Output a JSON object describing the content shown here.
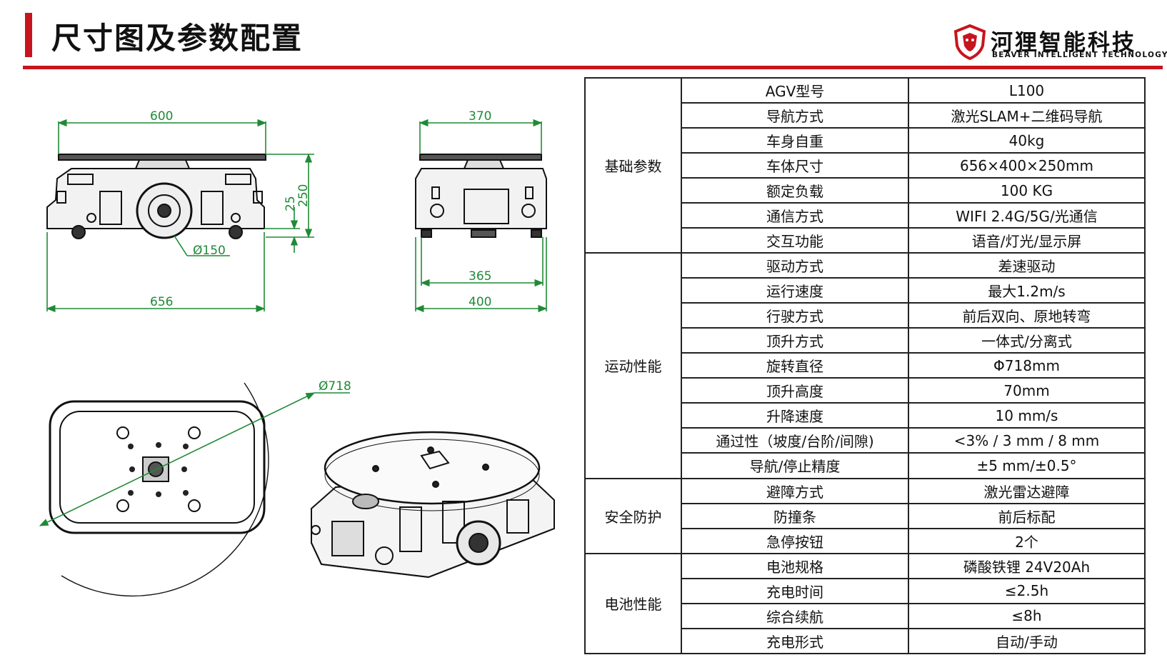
{
  "header": {
    "title": "尺寸图及参数配置",
    "logo_cn": "河狸智能科技",
    "logo_en": "BEAVER INTELLIGENT TECHNOLOGY"
  },
  "colors": {
    "accent": "#c8141e",
    "dimension": "#1f8a36"
  },
  "dimensions": {
    "front_top_width": "600",
    "front_base_width": "656",
    "front_wheel": "Ø150",
    "front_clearance": "25",
    "front_height": "250",
    "side_top_width": "370",
    "side_inner_width": "365",
    "side_base_width": "400",
    "rotation_diameter": "Ø718"
  },
  "spec_table": {
    "groups": [
      {
        "label": "基础参数",
        "rows": [
          {
            "name": "AGV型号",
            "value": "L100"
          },
          {
            "name": "导航方式",
            "value": "激光SLAM+二维码导航"
          },
          {
            "name": "车身自重",
            "value": "40kg"
          },
          {
            "name": "车体尺寸",
            "value": "656×400×250mm"
          },
          {
            "name": "额定负载",
            "value": "100 KG"
          },
          {
            "name": "通信方式",
            "value": "WIFI 2.4G/5G/光通信"
          },
          {
            "name": "交互功能",
            "value": "语音/灯光/显示屏"
          }
        ]
      },
      {
        "label": "运动性能",
        "rows": [
          {
            "name": "驱动方式",
            "value": "差速驱动"
          },
          {
            "name": "运行速度",
            "value": "最大1.2m/s"
          },
          {
            "name": "行驶方式",
            "value": "前后双向、原地转弯"
          },
          {
            "name": "顶升方式",
            "value": "一体式/分离式"
          },
          {
            "name": "旋转直径",
            "value": "Φ718mm"
          },
          {
            "name": "顶升高度",
            "value": "70mm"
          },
          {
            "name": "升降速度",
            "value": "10 mm/s"
          },
          {
            "name": "通过性（坡度/台阶/间隙)",
            "value": "<3% / 3 mm / 8 mm"
          },
          {
            "name": "导航/停止精度",
            "value": "±5 mm/±0.5°"
          }
        ]
      },
      {
        "label": "安全防护",
        "rows": [
          {
            "name": "避障方式",
            "value": "激光雷达避障"
          },
          {
            "name": "防撞条",
            "value": "前后标配"
          },
          {
            "name": "急停按钮",
            "value": "2个"
          }
        ]
      },
      {
        "label": "电池性能",
        "rows": [
          {
            "name": "电池规格",
            "value": "磷酸铁锂 24V20Ah"
          },
          {
            "name": "充电时间",
            "value": "≤2.5h"
          },
          {
            "name": "综合续航",
            "value": "≤8h"
          },
          {
            "name": "充电形式",
            "value": "自动/手动"
          }
        ]
      }
    ]
  }
}
